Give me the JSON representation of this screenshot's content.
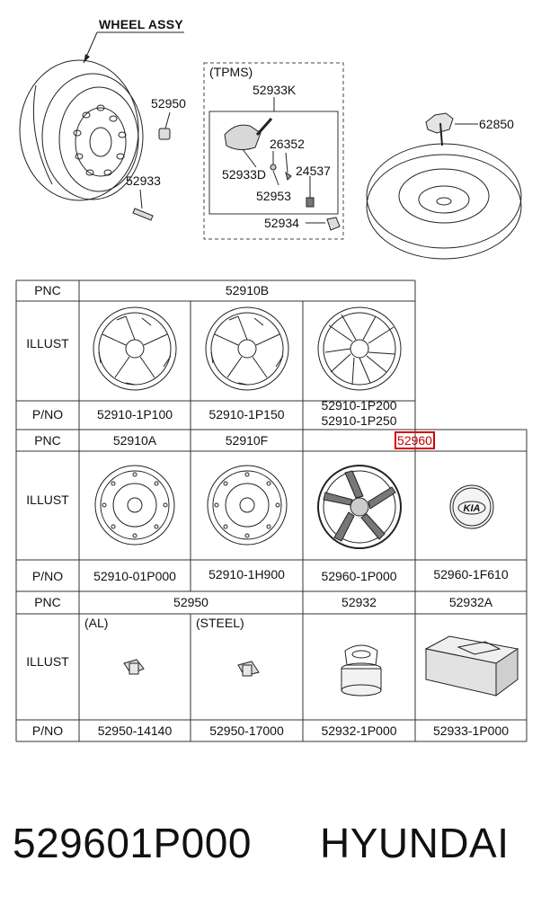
{
  "diagram": {
    "wheel_assy_title": "WHEEL ASSY",
    "tpms_group_label": "(TPMS)",
    "callouts": {
      "c52950": "52950",
      "c52933": "52933",
      "c52933K": "52933K",
      "c26352": "26352",
      "c52933D": "52933D",
      "c24537": "24537",
      "c52953": "52953",
      "c52934": "52934",
      "c62850": "62850"
    }
  },
  "table": {
    "row_headers": {
      "pnc": "PNC",
      "illust": "ILLUST",
      "pno": "P/NO"
    },
    "block1": {
      "pnc": "52910B",
      "pnos": [
        "52910-1P100",
        "52910-1P150",
        "52910-1P200",
        "52910-1P250"
      ]
    },
    "block2": {
      "pncs": [
        "52910A",
        "52910F",
        "52960"
      ],
      "pnos": [
        "52910-01P000",
        "52910-1H900",
        "52960-1P000",
        "52960-1F610"
      ]
    },
    "block3": {
      "pncs": [
        "52950",
        "52932",
        "52932A"
      ],
      "sub_labels": [
        "(AL)",
        "(STEEL)"
      ],
      "pnos": [
        "52950-14140",
        "52950-17000",
        "52932-1P000",
        "52933-1P000"
      ]
    },
    "emblem_text": "KIA",
    "highlight_color": "#d40000"
  },
  "footer": {
    "part_number": "529601P000",
    "brand": "HYUNDAI"
  }
}
